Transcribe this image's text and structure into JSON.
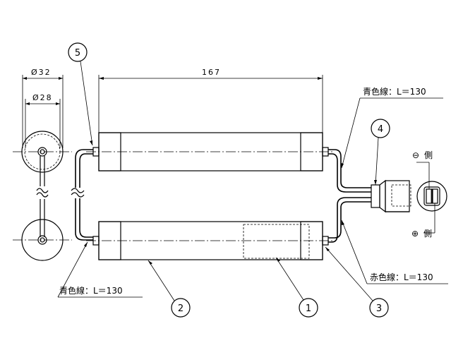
{
  "dimensions": {
    "outer_diameter": "Ø32",
    "inner_diameter": "Ø28",
    "length": "167"
  },
  "wires": {
    "blue_top": "青色線：L＝130",
    "red": "赤色線：L＝130",
    "blue_bottom": "青色線：L＝130"
  },
  "polarity": {
    "minus_symbol": "⊖",
    "plus_symbol": "⊕",
    "side": "側"
  },
  "callouts": [
    "1",
    "2",
    "3",
    "4",
    "5"
  ]
}
